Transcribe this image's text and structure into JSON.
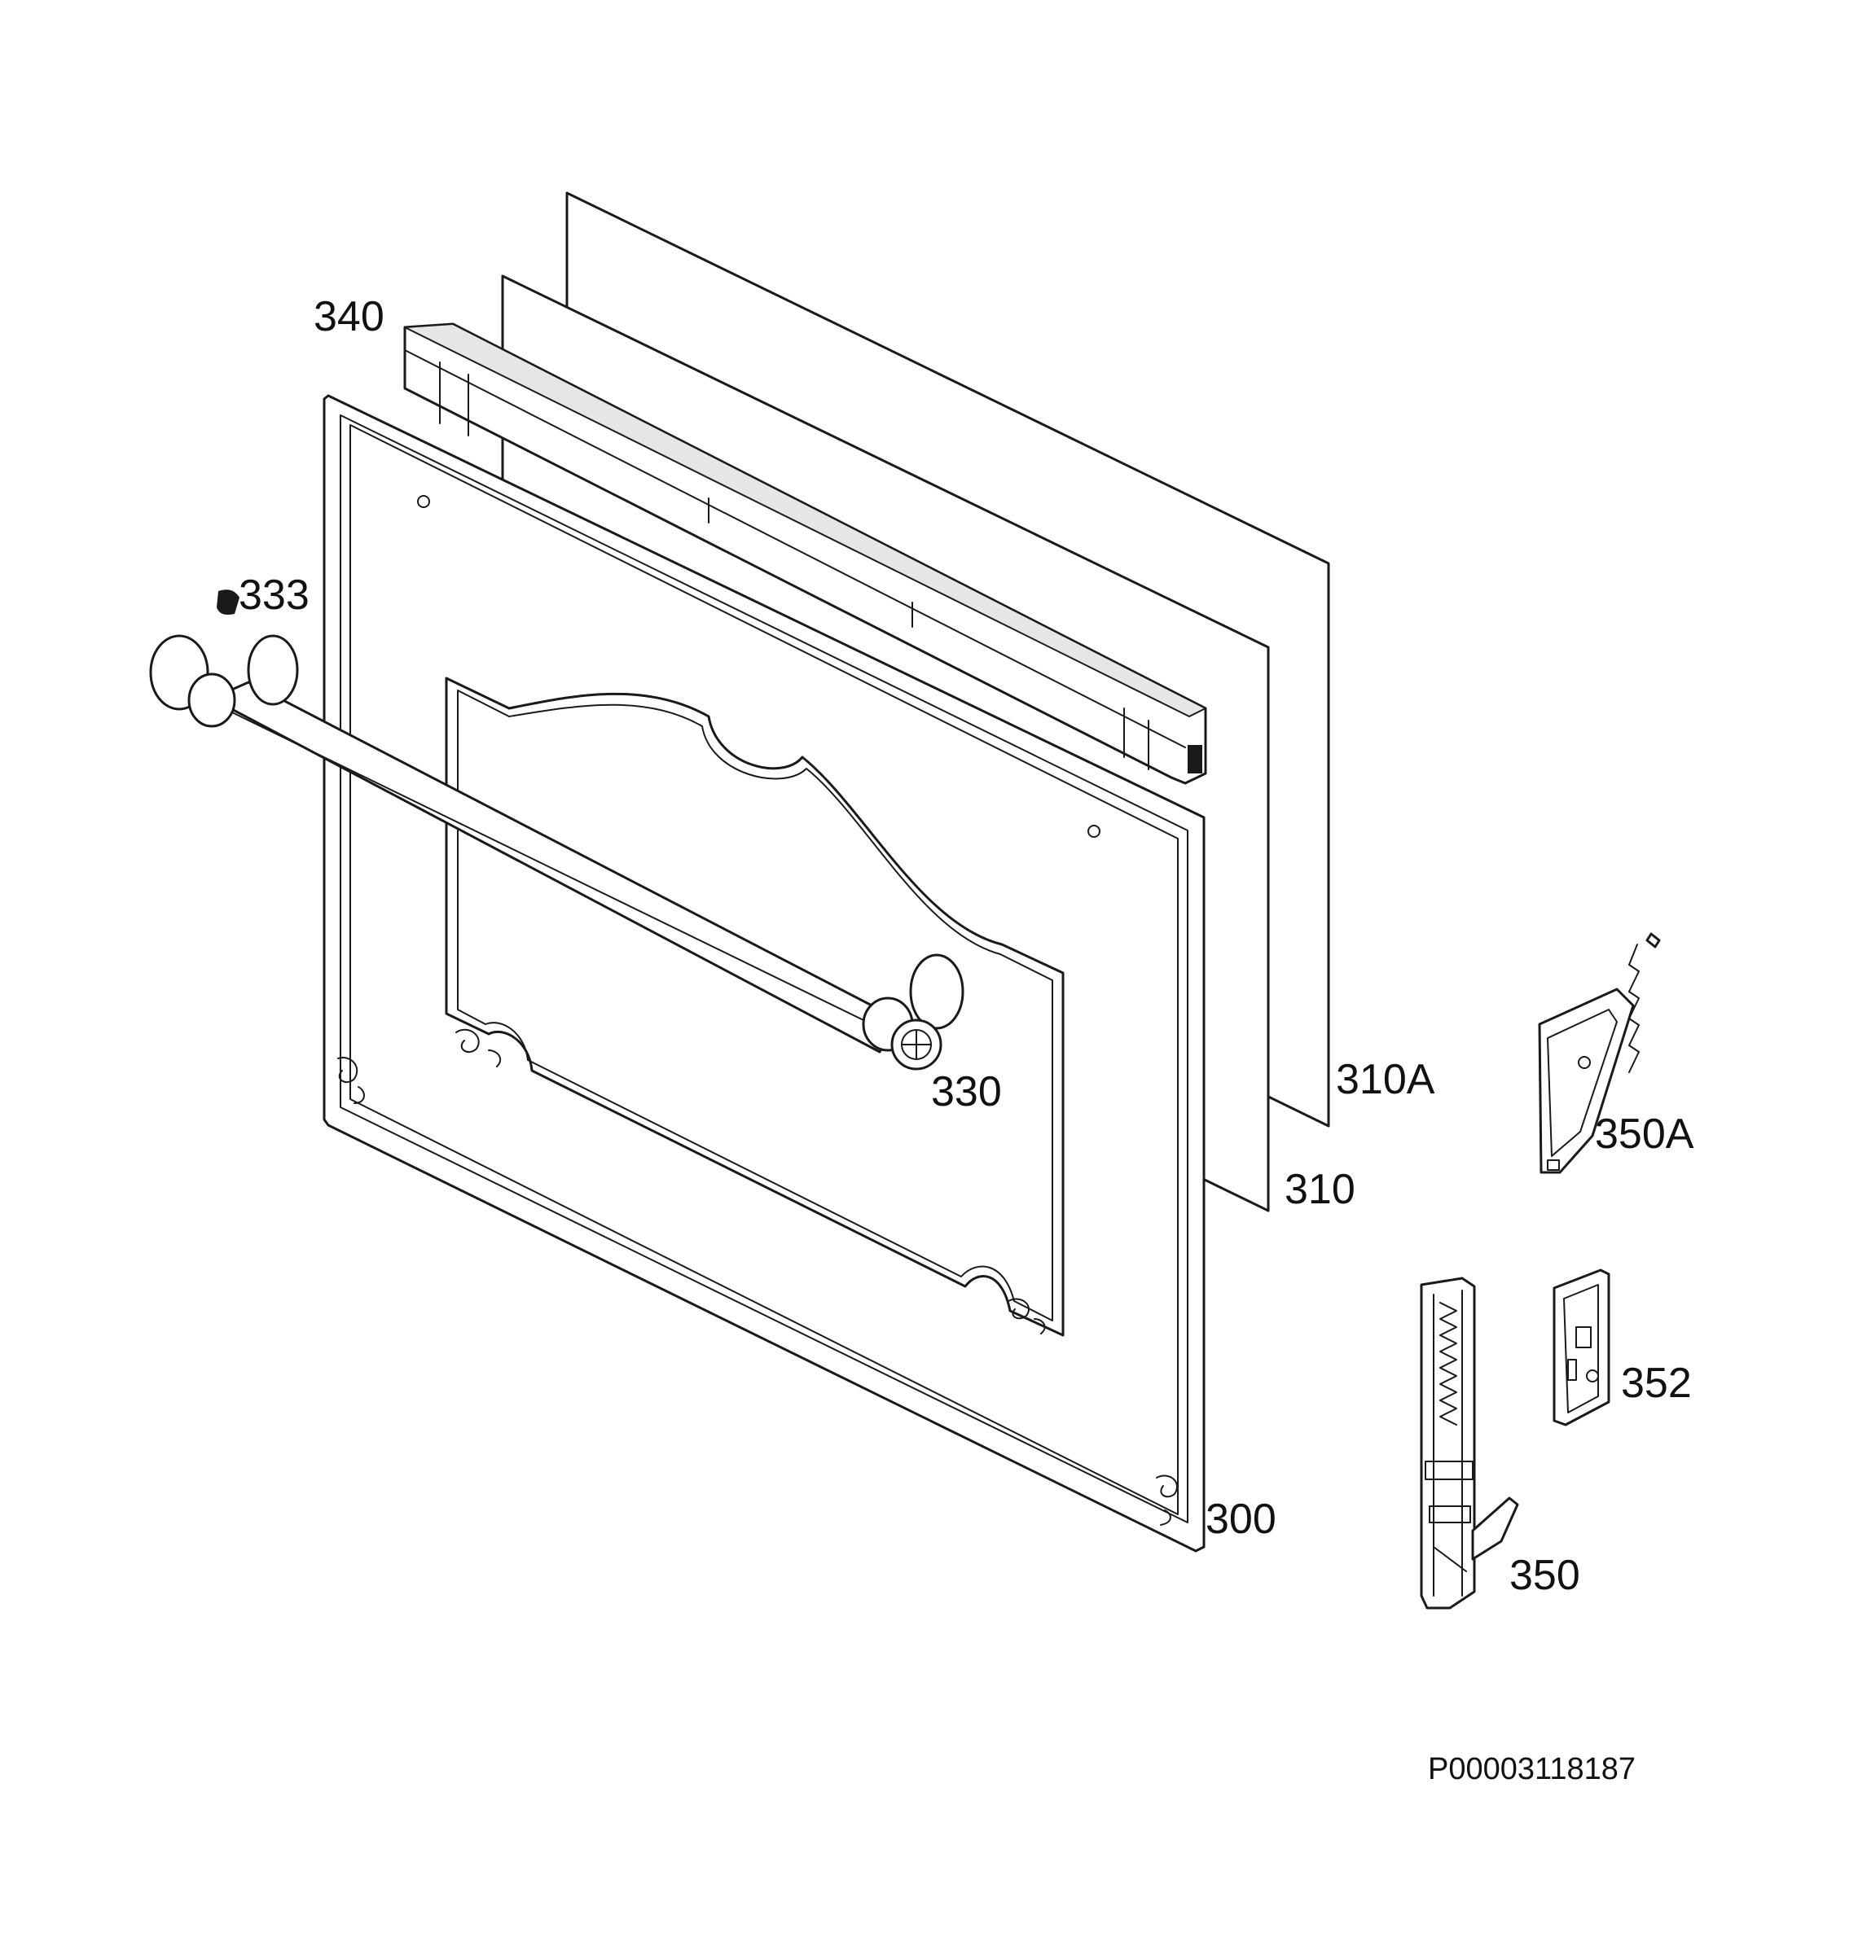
{
  "callouts": {
    "p340": "340",
    "p333": "333",
    "p330": "330",
    "p300": "300",
    "p310": "310",
    "p310a": "310A",
    "p350a": "350A",
    "p352": "352",
    "p350": "350"
  },
  "document_id": "P00003118187",
  "icons": {
    "screw": "screw-icon"
  }
}
